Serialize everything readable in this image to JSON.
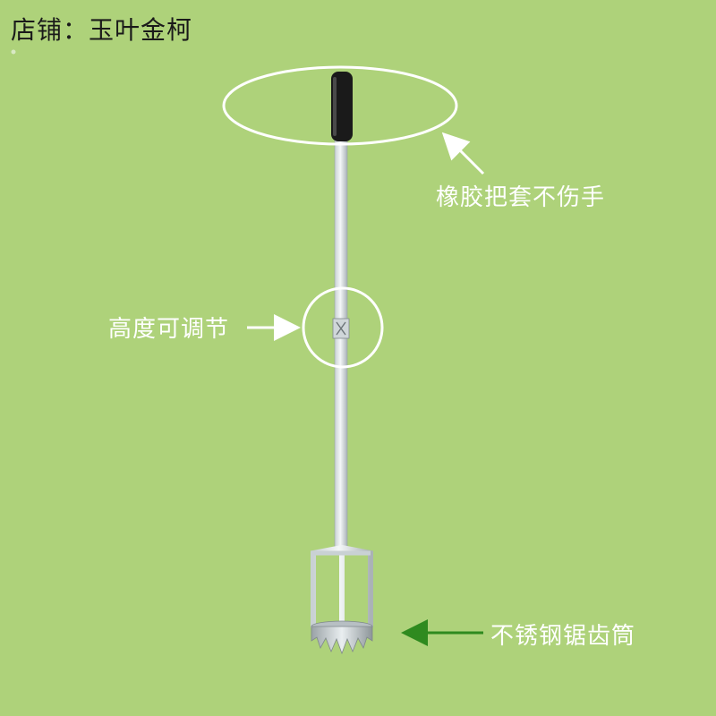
{
  "shop_label": "店铺：玉叶金柯",
  "callouts": {
    "grip": "橡胶把套不伤手",
    "height": "高度可调节",
    "blade": "不锈钢锯齿筒"
  },
  "colors": {
    "background": "#aed27a",
    "callout_text": "#ffffff",
    "arrow_white": "#ffffff",
    "arrow_green": "#2f8a1f",
    "pole": "#e6ecee",
    "grip": "#1a1a1a"
  }
}
